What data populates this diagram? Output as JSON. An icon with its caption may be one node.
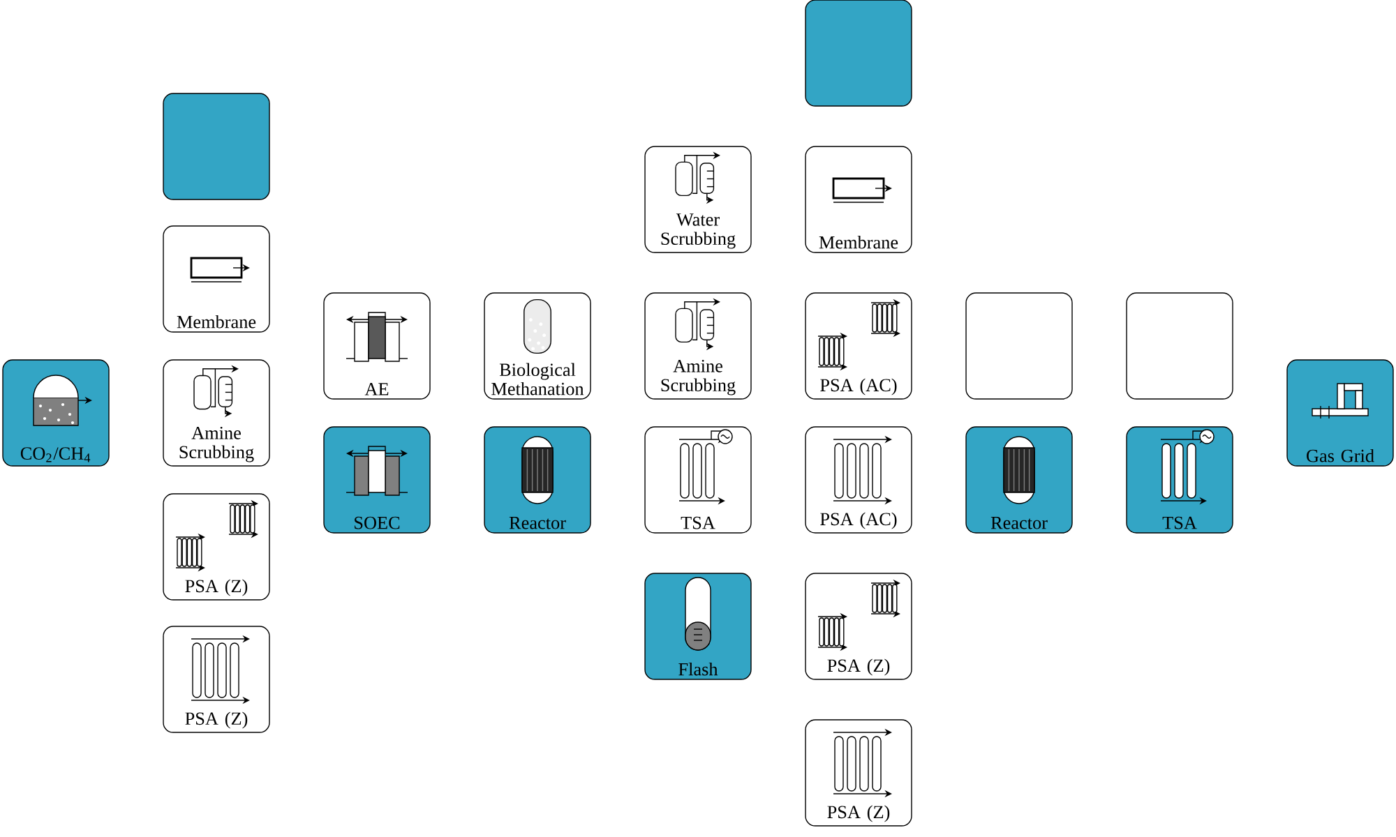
{
  "diagram": {
    "nodes": [
      {
        "text": [
          "CO$_{2}$/CH$_{4}$"
        ]
      },
      {
        "text": [],
        "shape": "box"
      },
      {
        "text": [
          "Membrane"
        ]
      },
      {
        "text": [
          "Amine Scrubbing"
        ]
      },
      {
        "text": [
          "PSA (Z)"
        ]
      },
      {
        "text": [
          "PSA (Z)"
        ]
      },
      {
        "text": [
          "AE"
        ]
      },
      {
        "text": [
          "SOEC"
        ]
      },
      {
        "text": [
          "Biological Methanation"
        ]
      },
      {
        "text": [
          "Reactor"
        ]
      },
      {
        "text": [
          "Water Scrubbing"
        ]
      },
      {
        "text": [
          "Amine Scrubbing"
        ]
      },
      {
        "text": [
          "TSA"
        ]
      },
      {
        "text": [
          "Flash"
        ]
      },
      {
        "text": [],
        "shape": "box"
      },
      {
        "text": [
          "Membrane"
        ]
      },
      {
        "text": [
          "PSA (AC)"
        ]
      },
      {
        "text": [
          "PSA (AC)"
        ]
      },
      {
        "text": [
          "PSA (Z)"
        ]
      },
      {
        "text": [
          "PSA (Z)"
        ]
      },
      {
        "text": [],
        "shape": "box"
      },
      {
        "text": [
          "Reactor"
        ]
      },
      {
        "text": [],
        "shape": "box"
      },
      {
        "text": [
          "TSA"
        ]
      },
      {
        "text": [
          "Gas Grid"
        ]
      }
    ]
  }
}
